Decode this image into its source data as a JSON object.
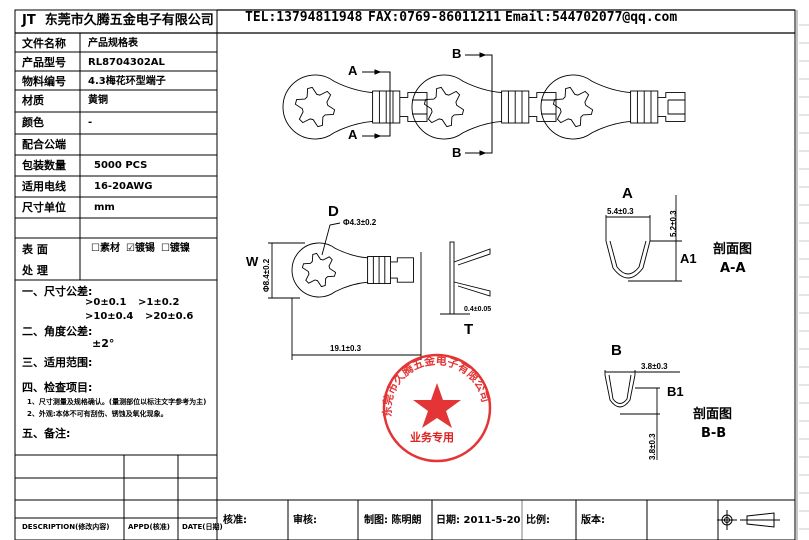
{
  "company": {
    "prefix": "JT",
    "name": "东莞市久腾五金电子有限公司"
  },
  "contact": {
    "tel": "TEL:13794811948",
    "fax": "FAX:0769-86011211",
    "email": "Email:544702077@qq.com"
  },
  "spec_table": [
    {
      "label": "文件名称",
      "value": "产品规格表"
    },
    {
      "label": "产品型号",
      "value": "RL8704302AL"
    },
    {
      "label": "物料编号",
      "value": "4.3梅花环型端子"
    },
    {
      "label": "材质",
      "value": "黄铜"
    },
    {
      "label": "颜色",
      "value": "-"
    },
    {
      "label": "配合公端",
      "value": ""
    },
    {
      "label": "包装数量",
      "value": "5000 PCS"
    },
    {
      "label": "适用电线",
      "value": "16-20AWG"
    },
    {
      "label": "尺寸单位",
      "value": "mm"
    },
    {
      "label": "",
      "value": ""
    }
  ],
  "surface": {
    "label_1": "表  面",
    "label_2": "处  理",
    "options": [
      {
        "label": "素材",
        "checked": false,
        "mark": "☐"
      },
      {
        "label": "镀锡",
        "checked": true,
        "mark": "☑"
      },
      {
        "label": "镀镍",
        "checked": false,
        "mark": "☐"
      }
    ]
  },
  "notes": {
    "dim_tol_title": "一、尺寸公差:",
    "dim_tol": [
      ">0±0.1",
      ">1±0.2",
      ">10±0.4",
      ">20±0.6"
    ],
    "angle_tol_title": "二、角度公差:",
    "angle_tol": "±2°",
    "scope_title": "三、适用范围:",
    "inspect_title": "四、检查项目:",
    "inspect_items": [
      "1、尺寸测量及规格确认。(量测部位以标注文字参考为主)",
      "2、外观:本体不可有刮伤、锈蚀及氧化现象。"
    ],
    "remark_title": "五、备注:"
  },
  "revision": {
    "description": "DESCRIPTION(修改内容)",
    "appd": "APPD(核准)",
    "date": "DATE(日期)"
  },
  "title_block": {
    "approve": "核准:",
    "review": "审核:",
    "drawn": "制图: 陈明朗",
    "date": "日期: 2011-5-20",
    "scale": "比例:",
    "version": "版本:"
  },
  "drawing": {
    "section_a": "A",
    "section_b": "B",
    "d_label": "D",
    "d_dim": "Φ4.3±0.2",
    "w_label": "W",
    "w_dim": "Φ8.4±0.2",
    "length_dim": "19.1±0.3",
    "t_label": "T",
    "t_dim": "0.4±0.05",
    "a_width": "5.4±0.3",
    "a_height": "5.2±0.3",
    "a1_label": "A1",
    "a_caption_1": "剖面图",
    "a_caption_2": "A-A",
    "b_width": "3.8±0.3",
    "b_height": "3.8±0.3",
    "b1_label": "B1",
    "b_caption_1": "剖面图",
    "b_caption_2": "B-B"
  },
  "stamp": {
    "name": "东莞市久腾五金电子有限公司",
    "purpose": "业务专用",
    "color": "#e02020"
  }
}
